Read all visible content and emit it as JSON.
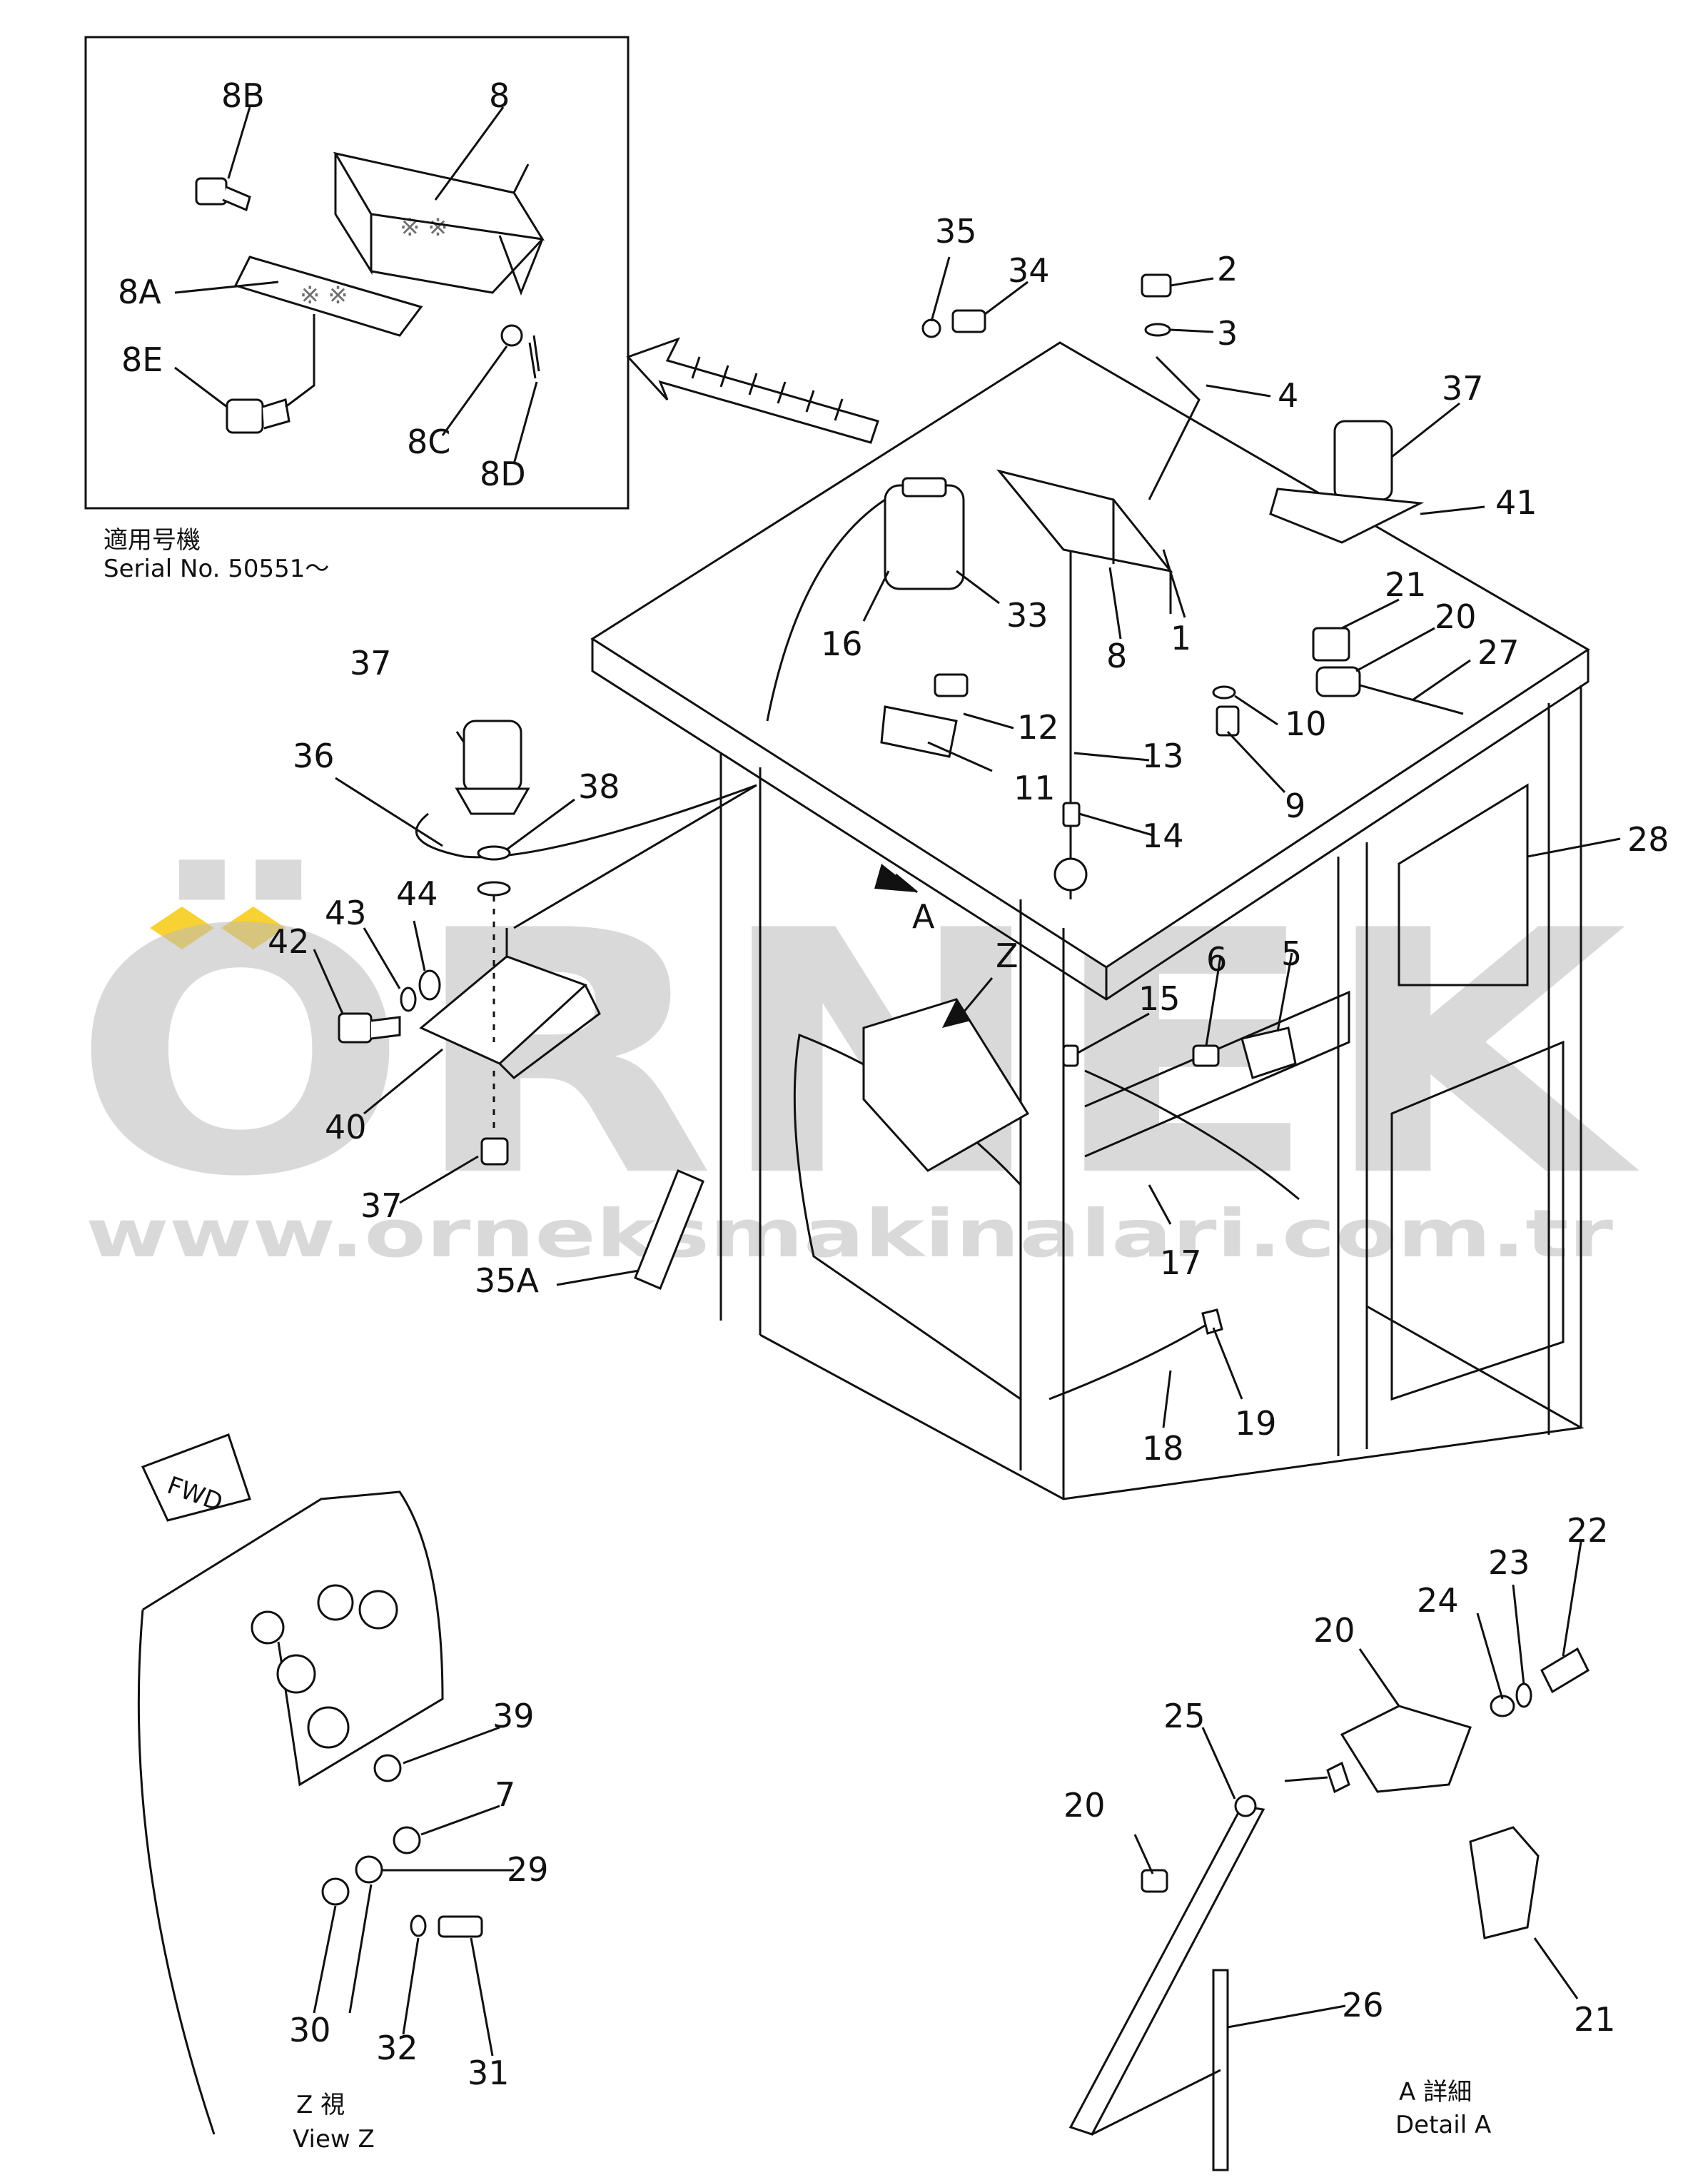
{
  "inset": {
    "serial_label_jp": "適用号機",
    "serial_label": "Serial  No.  50551～"
  },
  "views": {
    "view_z_jp": "Z 視",
    "view_z": "View Z",
    "detail_a_jp": "A 詳細",
    "detail_a": "Detail A",
    "fwd": "FWD",
    "arrow_a": "A",
    "arrow_z": "Z"
  },
  "watermark": {
    "logo": "ÖRNEK",
    "url": "www.orneksmakinalari.com.tr"
  },
  "callouts": {
    "c_8b": "8B",
    "c_8_inset": "8",
    "c_8a": "8A",
    "c_8e": "8E",
    "c_8c": "8C",
    "c_8d": "8D",
    "c_35_top": "35",
    "c_34": "34",
    "c_2": "2",
    "c_3": "3",
    "c_4": "4",
    "c_37_top": "37",
    "c_41": "41",
    "c_16": "16",
    "c_33": "33",
    "c_8_main": "8",
    "c_1": "1",
    "c_21_top": "21",
    "c_20_top": "20",
    "c_27": "27",
    "c_12": "12",
    "c_11": "11",
    "c_13": "13",
    "c_10": "10",
    "c_9": "9",
    "c_14": "14",
    "c_28": "28",
    "c_37_left": "37",
    "c_36": "36",
    "c_38": "38",
    "c_43": "43",
    "c_44": "44",
    "c_42": "42",
    "c_40": "40",
    "c_37_bottom": "37",
    "c_6": "6",
    "c_5": "5",
    "c_15": "15",
    "c_17": "17",
    "c_35a": "35A",
    "c_19": "19",
    "c_18": "18",
    "c_39": "39",
    "c_7": "7",
    "c_29": "29",
    "c_30": "30",
    "c_32": "32",
    "c_31": "31",
    "c_22": "22",
    "c_23": "23",
    "c_24": "24",
    "c_20_detail": "20",
    "c_25": "25",
    "c_20_detail_left": "20",
    "c_26": "26",
    "c_21_detail": "21"
  }
}
